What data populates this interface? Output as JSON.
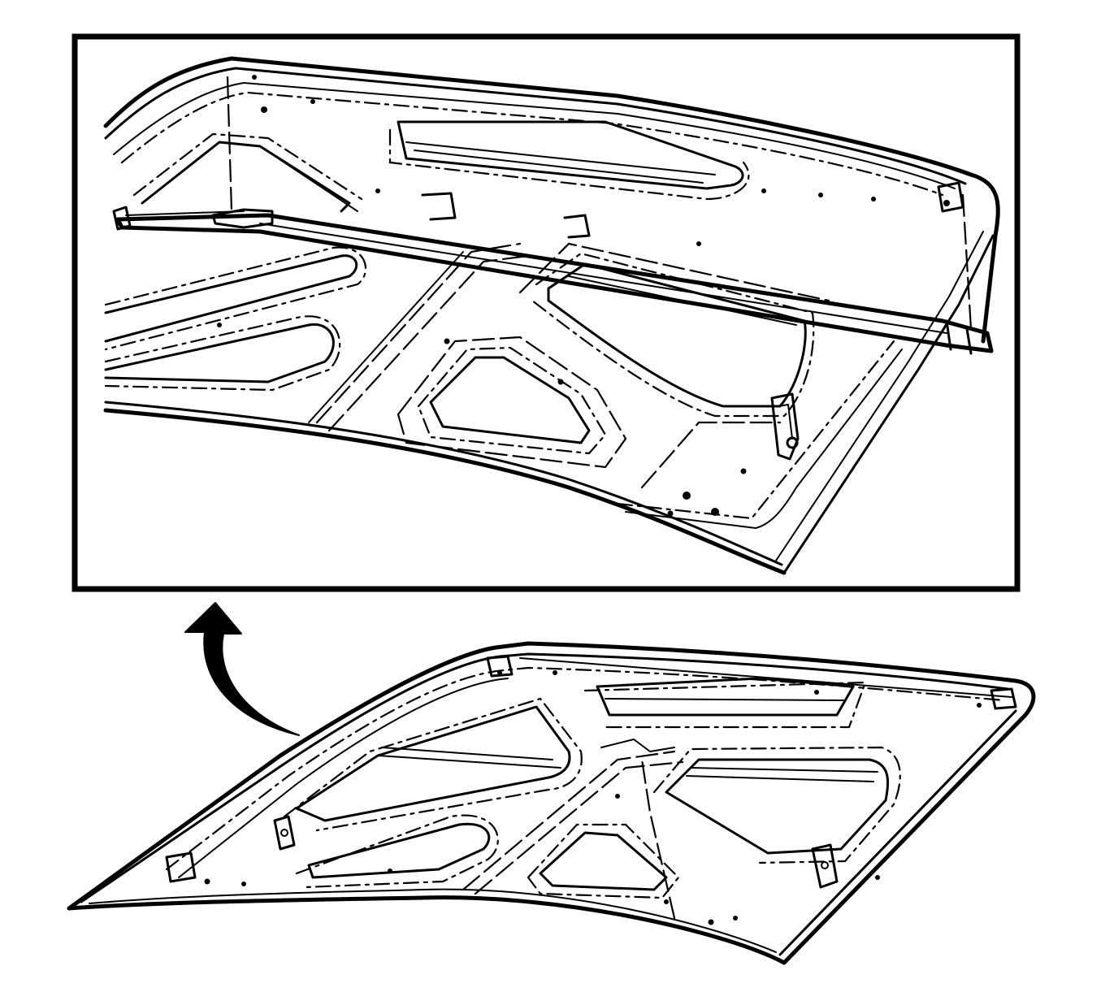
{
  "figure": {
    "background": "#ffffff",
    "line_color": "#000000",
    "inset_frame": "detail-view",
    "arrow_icon": "curved-arrow-up",
    "parts": [
      "hood-underside",
      "hood-reinforcement-strip",
      "hood-latch-bracket"
    ]
  }
}
